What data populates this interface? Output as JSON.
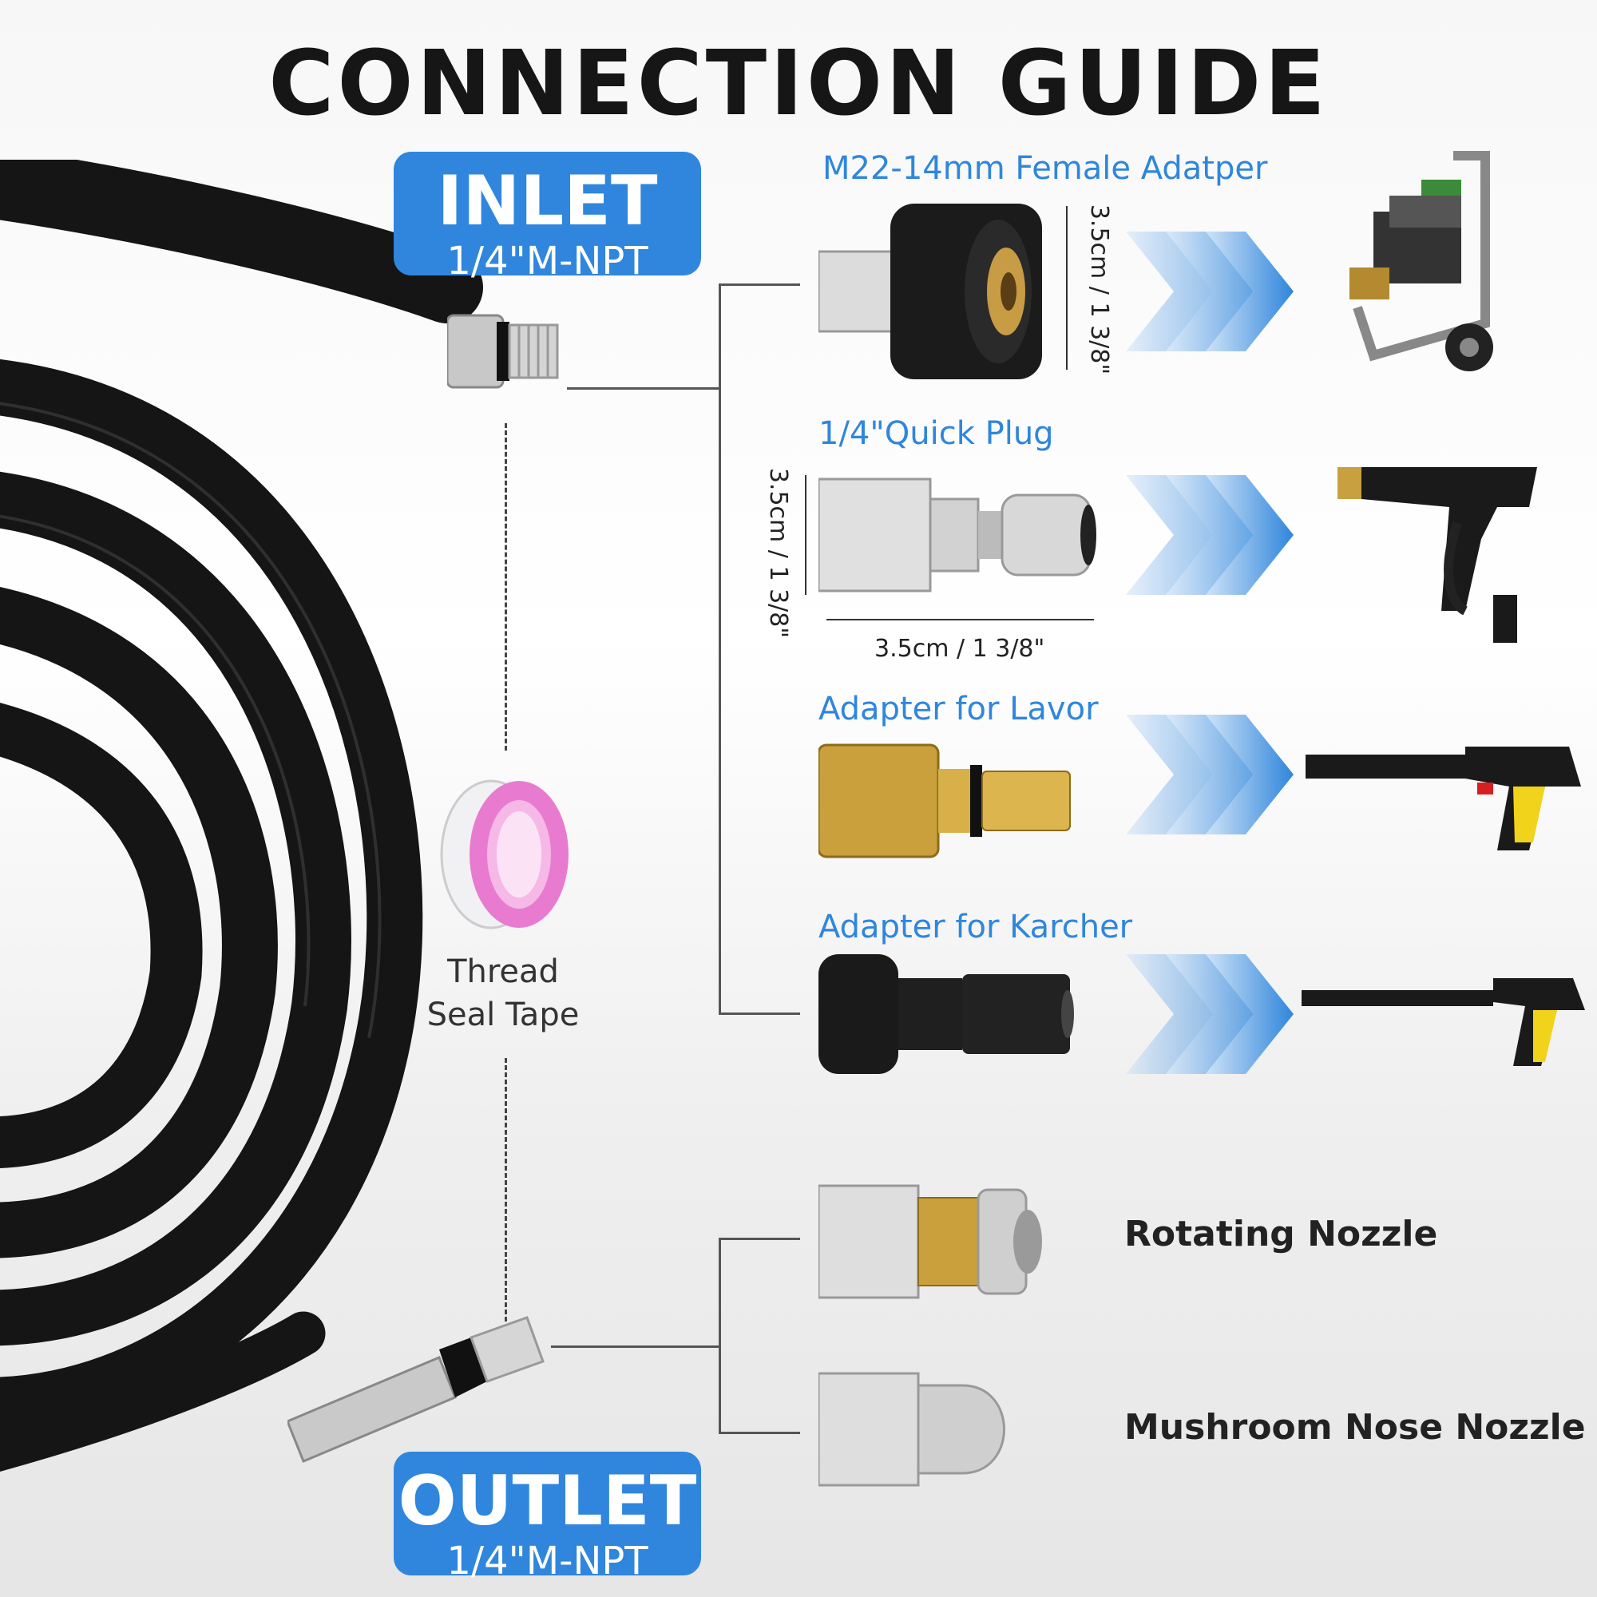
{
  "title": "CONNECTION GUIDE",
  "inlet": {
    "label": "INLET",
    "thread": "1/4\"M-NPT"
  },
  "outlet": {
    "label": "OUTLET",
    "thread": "1/4\"M-NPT"
  },
  "adapters": [
    {
      "name": "M22-14mm Female Adatper",
      "dimension": "3.5cm / 1 3/8\"",
      "target": "pressure-washer-machine"
    },
    {
      "name": "1/4\"Quick Plug",
      "dimension": "3.5cm / 1 3/8\"",
      "dimension_width": "3.5cm / 1 3/8\"",
      "target": "spray-gun"
    },
    {
      "name": "Adapter for Lavor",
      "target": "lavor-spray-gun"
    },
    {
      "name": "Adapter for Karcher",
      "target": "karcher-spray-gun"
    }
  ],
  "accessory": {
    "name_line1": "Thread",
    "name_line2": "Seal Tape"
  },
  "nozzles": [
    {
      "name": "Rotating Nozzle"
    },
    {
      "name": "Mushroom Nose Nozzle"
    }
  ],
  "colors": {
    "accent": "#2f86dc",
    "title": "#161616",
    "hose": "#141414"
  }
}
